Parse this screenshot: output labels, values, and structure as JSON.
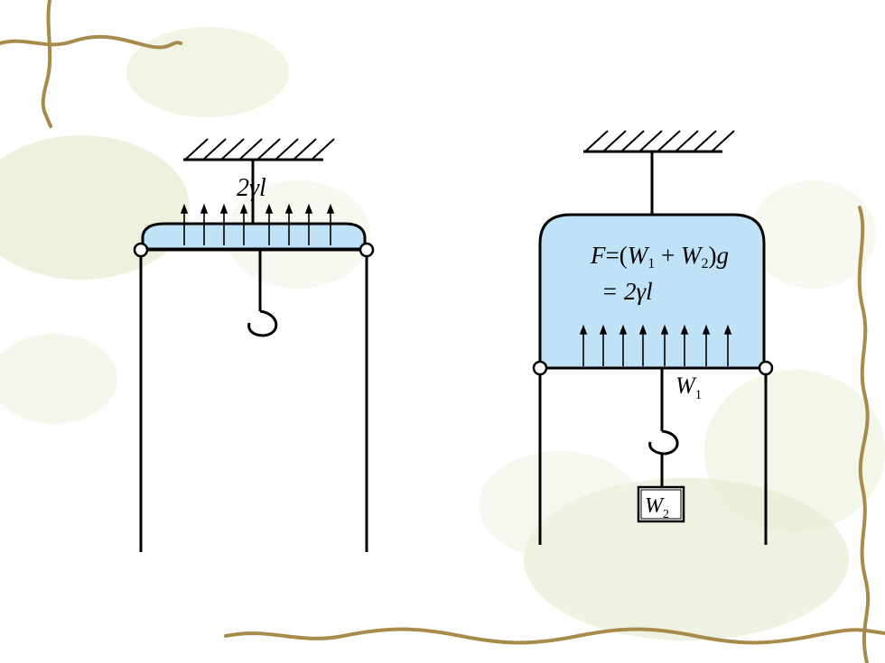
{
  "diagram": {
    "left_panel": {
      "tension_label": "2γl"
    },
    "right_panel": {
      "force_line1_parts": [
        "F",
        "=(",
        "W",
        "1",
        " + ",
        "W",
        "2",
        ")",
        "g"
      ],
      "force_line2": "= 2γl",
      "w1_label": {
        "main": "W",
        "sub": "1"
      },
      "w2_label": {
        "main": "W",
        "sub": "2"
      }
    },
    "colors": {
      "film_fill": "#bfe2f6",
      "stroke": "#000000",
      "decoration": "#dfe6c6",
      "vine": "#b89a55"
    }
  }
}
